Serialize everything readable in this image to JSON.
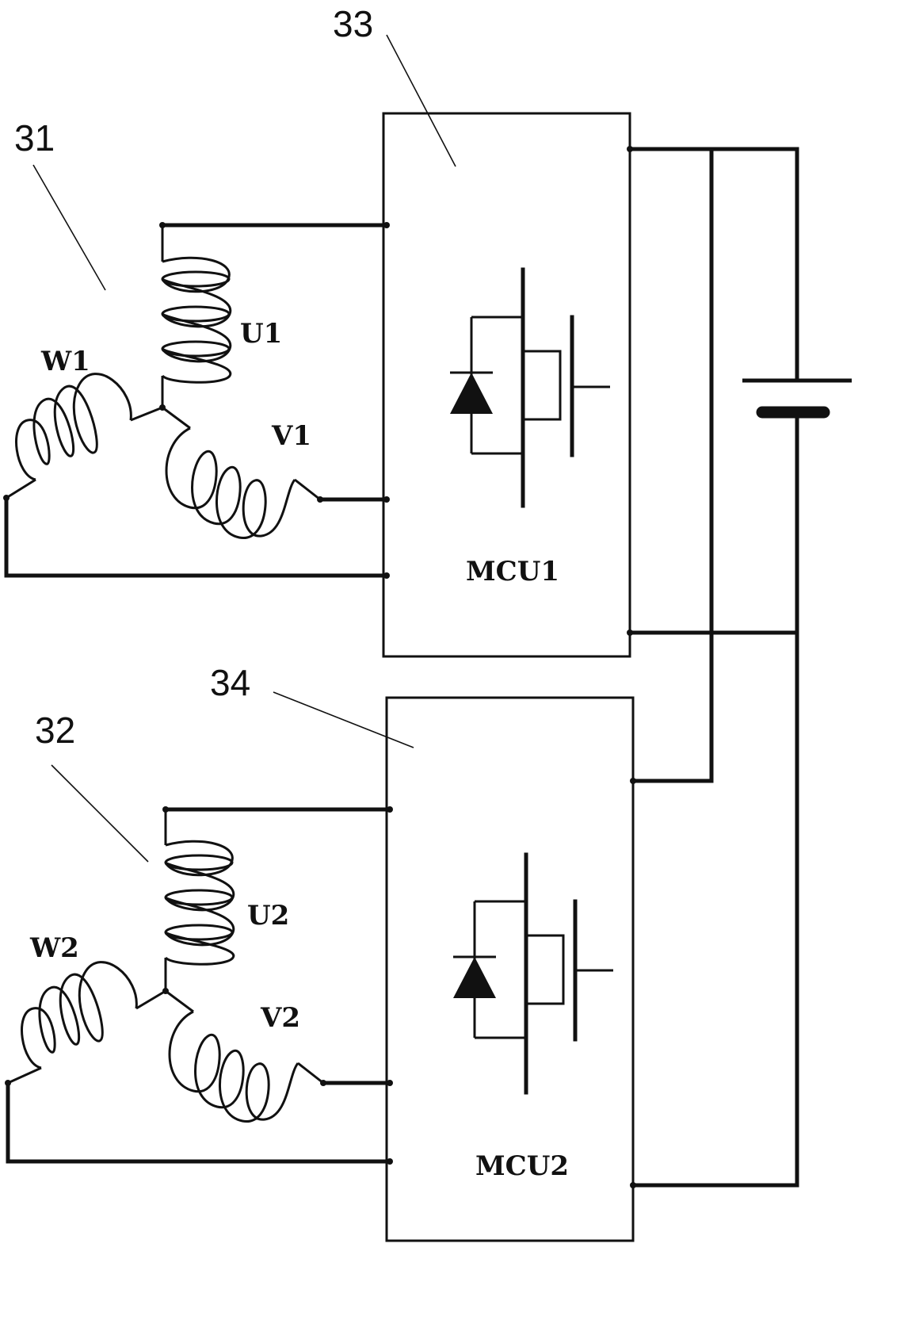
{
  "figure": {
    "reference_numerals": [
      "31",
      "32",
      "33",
      "34"
    ],
    "motor1": {
      "ref": "31",
      "coils": {
        "u": "U1",
        "v": "V1",
        "w": "W1"
      }
    },
    "motor2": {
      "ref": "32",
      "coils": {
        "u": "U2",
        "v": "V2",
        "w": "W2"
      }
    },
    "controller1": {
      "ref": "33",
      "label": "MCU1"
    },
    "controller2": {
      "ref": "34",
      "label": "MCU2"
    },
    "icons": [
      "inductor-coil-icon",
      "diode-icon",
      "mosfet-icon",
      "battery-icon"
    ],
    "colors": {
      "ink": "#111111",
      "background": "#ffffff"
    }
  }
}
